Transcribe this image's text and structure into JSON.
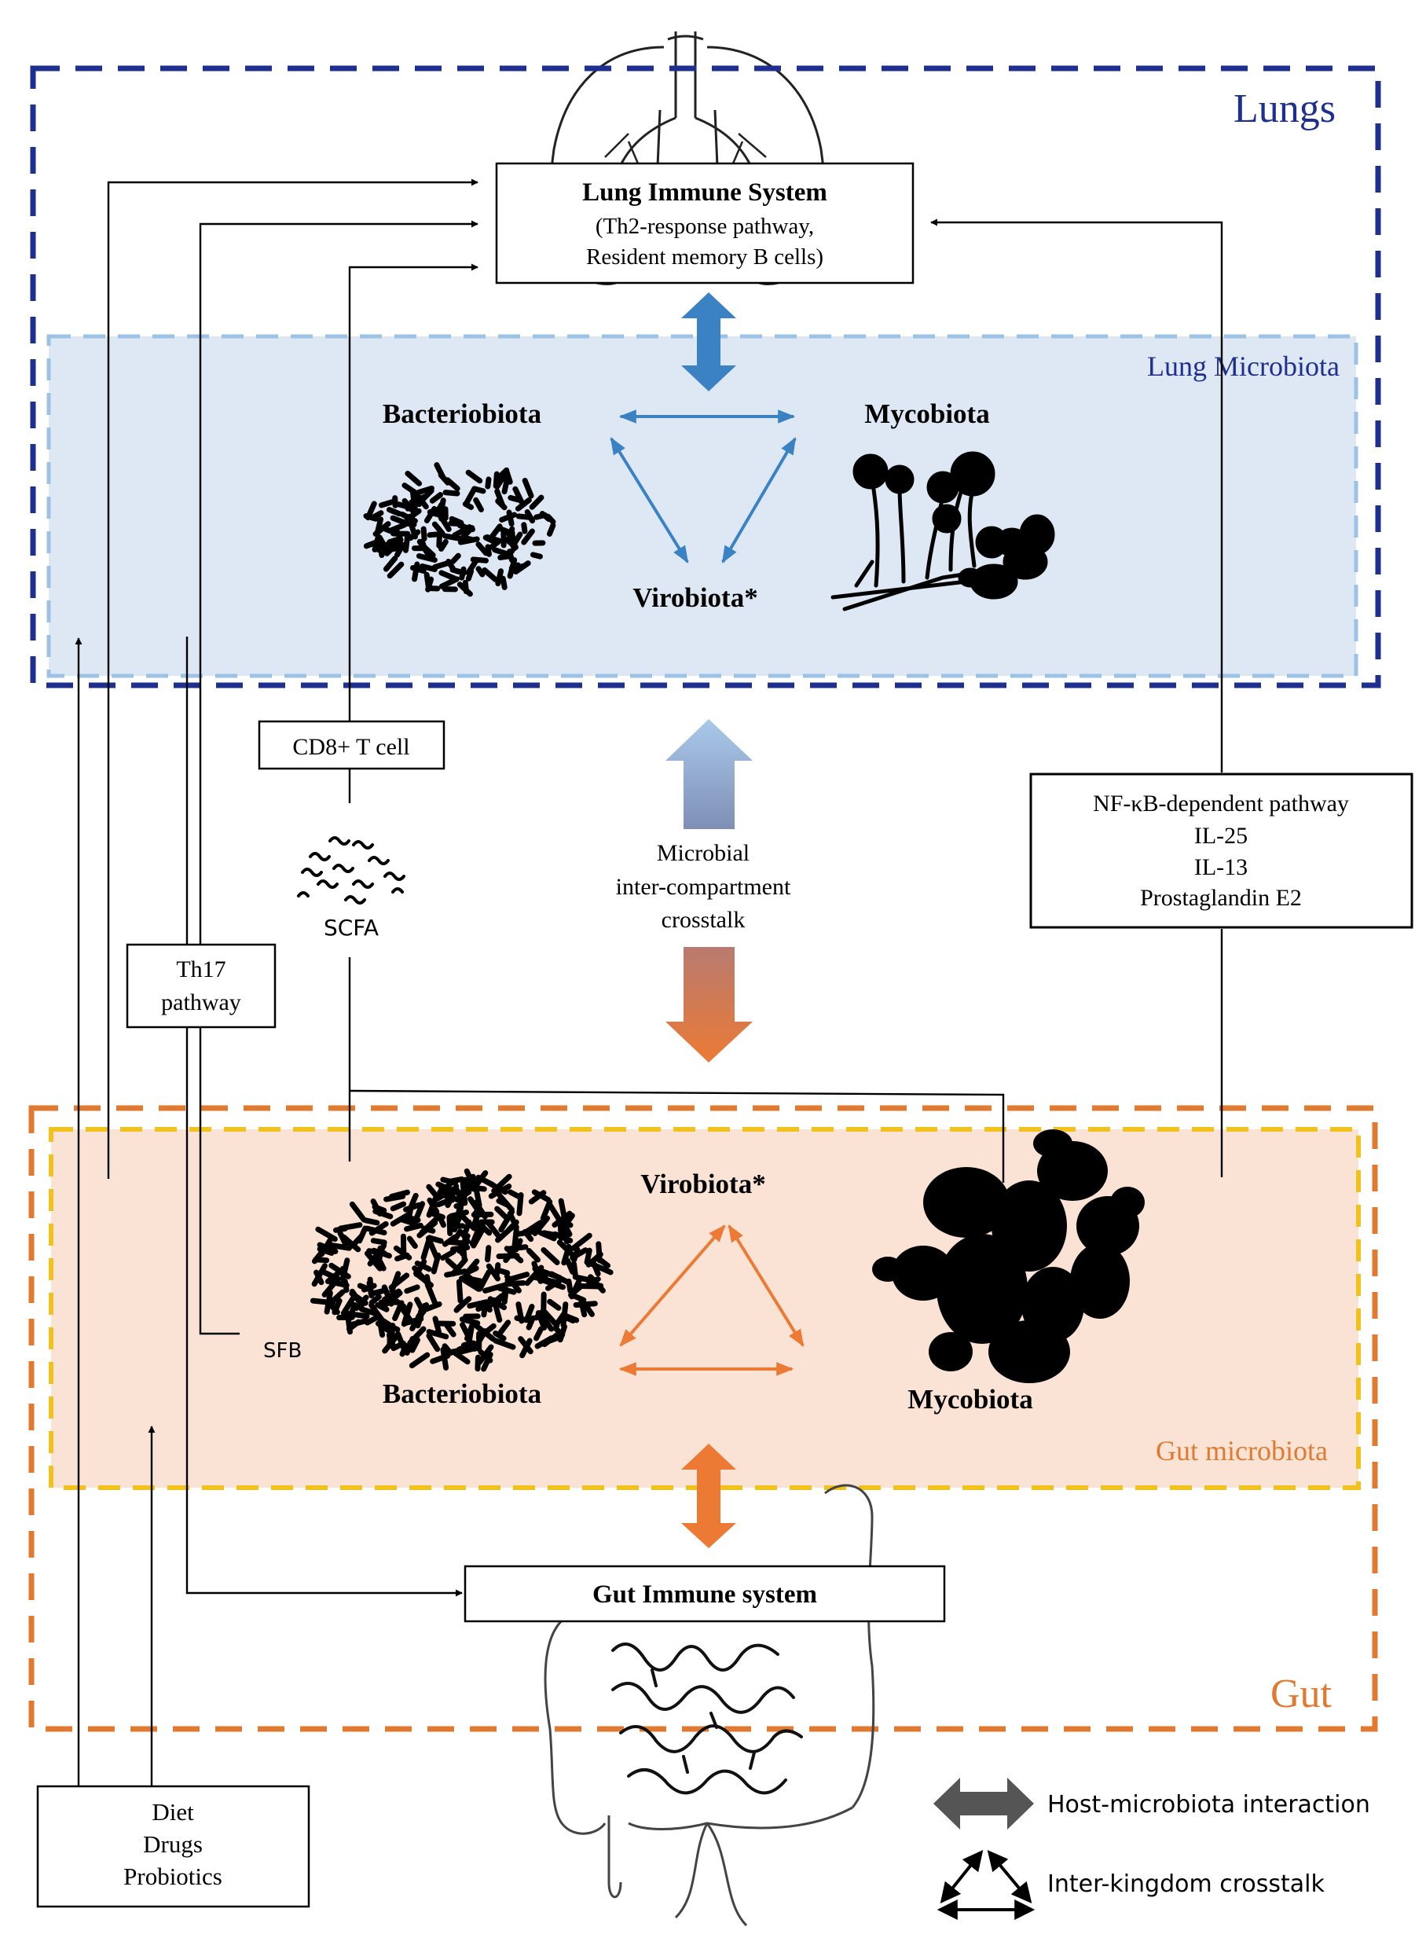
{
  "colors": {
    "lungs_border": "#1f2f8f",
    "lung_microbiota_fill": "#dde8f4",
    "lung_microbiota_border": "#9cc2e6",
    "lung_arrow": "#3a82c4",
    "gut_border": "#e07a30",
    "gut_microbiota_fill": "#fae3d4",
    "gut_microbiota_border": "#f2c21c",
    "gut_arrow": "#ec7a35",
    "legend_arrow": "#555555",
    "line": "#000000"
  },
  "compartments": {
    "lungs": "Lungs",
    "lung_microbiota": "Lung Microbiota",
    "gut": "Gut",
    "gut_microbiota": "Gut microbiota"
  },
  "lung_immune": {
    "title": "Lung Immune System",
    "line1": "(Th2-response pathway,",
    "line2": "Resident memory B cells)"
  },
  "lung_taxa": {
    "bacteria": "Bacteriobiota",
    "fungi": "Mycobiota",
    "virus": "Virobiota*"
  },
  "gut_taxa": {
    "bacteria": "Bacteriobiota",
    "fungi": "Mycobiota",
    "virus": "Virobiota*"
  },
  "labels": {
    "cd8": "CD8+ T cell",
    "scfa": "SCFA",
    "th17_1": "Th17",
    "th17_2": "pathway",
    "sfb": "SFB",
    "crosstalk_1": "Microbial",
    "crosstalk_2": "inter-compartment",
    "crosstalk_3": "crosstalk",
    "nfkb_1": "NF-κB-dependent  pathway",
    "nfkb_2": "IL-25",
    "nfkb_3": "IL-13",
    "nfkb_4": "Prostaglandin E2",
    "gut_immune": "Gut Immune system",
    "diet_1": "Diet",
    "diet_2": "Drugs",
    "diet_3": "Probiotics"
  },
  "legend": {
    "host": "Host-microbiota interaction",
    "inter": "Inter-kingdom crosstalk"
  }
}
